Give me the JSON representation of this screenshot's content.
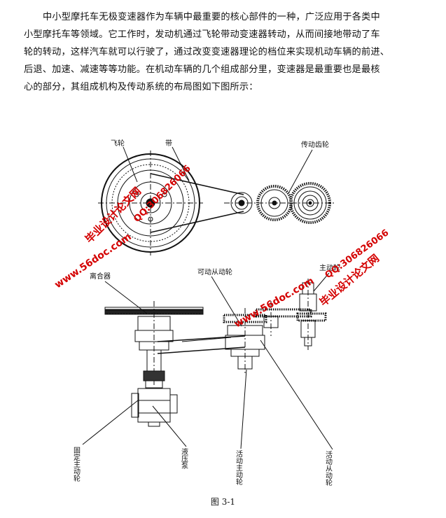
{
  "document": {
    "paragraph_lines": [
      "中小型摩托车无极变速器作为车辆中最重要的核心部件的一种，广泛应用于各类中",
      "小型摩托车等领域。它工作时，发动机通过飞轮带动变速器转动，从而间接地带动了车",
      "轮的转动，这样汽车就可以行驶了，通过改变变速器理论的档位来实现机动车辆的前进、",
      "后退、加速、减速等等功能。在机动车辆的几个组成部分里，变速器是最重要也是最核",
      "心的部分，其组成机构及传动系统的布局图如下图所示："
    ],
    "figure_caption": "图 3-1"
  },
  "figure": {
    "labels": {
      "flywheel": "飞轮",
      "belt": "带",
      "drive_gear": "传动齿轮",
      "clutch": "离合器",
      "movable_driven": "可动从动轮",
      "gear_top_right": "主动轮",
      "fixed_drive": "固定主动轮",
      "hydraulic_pump": "液压泵",
      "movable_drive": "活动主动轮",
      "movable_driven_bottom": "活动从动轮"
    },
    "watermarks": {
      "site_a": "毕业设计论文网",
      "qq_a": "QQ:306826066",
      "url_a": "www.56doc.com",
      "url_b": "www.56doc.com",
      "qq_b": "QQ:306826066",
      "site_b": "毕业设计论文网"
    }
  }
}
